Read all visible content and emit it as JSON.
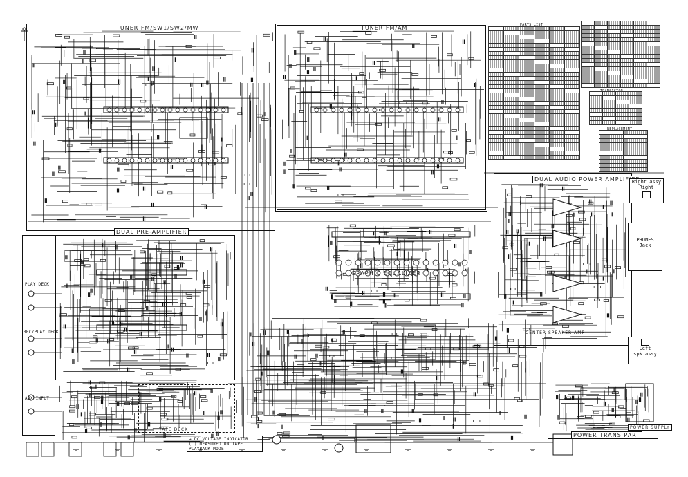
{
  "sections": {
    "tuner_fm_sw_mw": "TUNER  FM/SW1/SW2/MW",
    "tuner_fm_am": "TUNER  FM/AM",
    "dual_pre_amplifier": "DUAL PRE-AMPLIFIER",
    "dual_audio_power_amplifier": "DUAL AUDIO POWER AMPLIFIER",
    "graphic_equalizer": "GRAPHIC EQUALIZER",
    "power_trans_part": "POWER TRANS PART",
    "power_supply": "POWER SUPPLY",
    "center_speaker_amp": "CENTER SPEAKER AMP",
    "tape_deck": "TAPE DECK"
  },
  "speaker_boxes": {
    "right_top": [
      "Right assy",
      "Right"
    ],
    "phones": [
      "PHONES",
      "Jack"
    ],
    "left_bottom": [
      "Left",
      "spk assy"
    ]
  },
  "jacks": {
    "play_deck": "PLAY DECK",
    "rec_play_deck": "REC/PLAY DECK",
    "aux_input": "AUX INPUT"
  },
  "legend": {
    "voltage_line1": "→ DC VOLTAGE INDICATOR",
    "voltage_line2": "( ) MEASURED ON TAPE",
    "voltage_line3": "   PLAYBACK MODE"
  },
  "tables": {
    "main_title": "PARTS LIST",
    "sub_title": "TRANSISTOR",
    "sub_title2": "REPLACEMENT"
  },
  "icons": [
    "antenna-icon",
    "speaker-icon",
    "transformer-icon",
    "ground-icon",
    "fuse-icon"
  ]
}
